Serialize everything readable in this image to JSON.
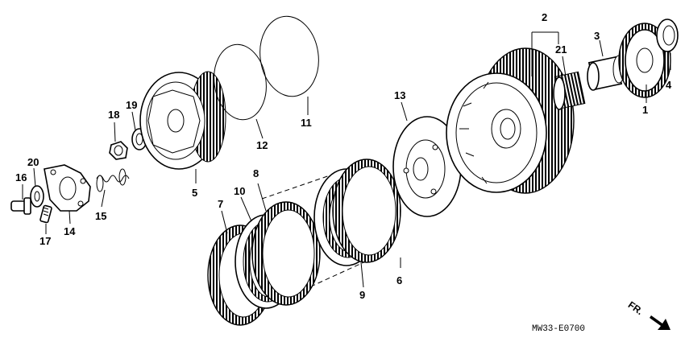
{
  "diagram": {
    "callouts": [
      "1",
      "2",
      "3",
      "4",
      "5",
      "6",
      "7",
      "8",
      "9",
      "10",
      "11",
      "12",
      "13",
      "14",
      "15",
      "16",
      "17",
      "18",
      "19",
      "20",
      "21"
    ],
    "code": "MW33-E0700",
    "direction_label": "FR."
  }
}
